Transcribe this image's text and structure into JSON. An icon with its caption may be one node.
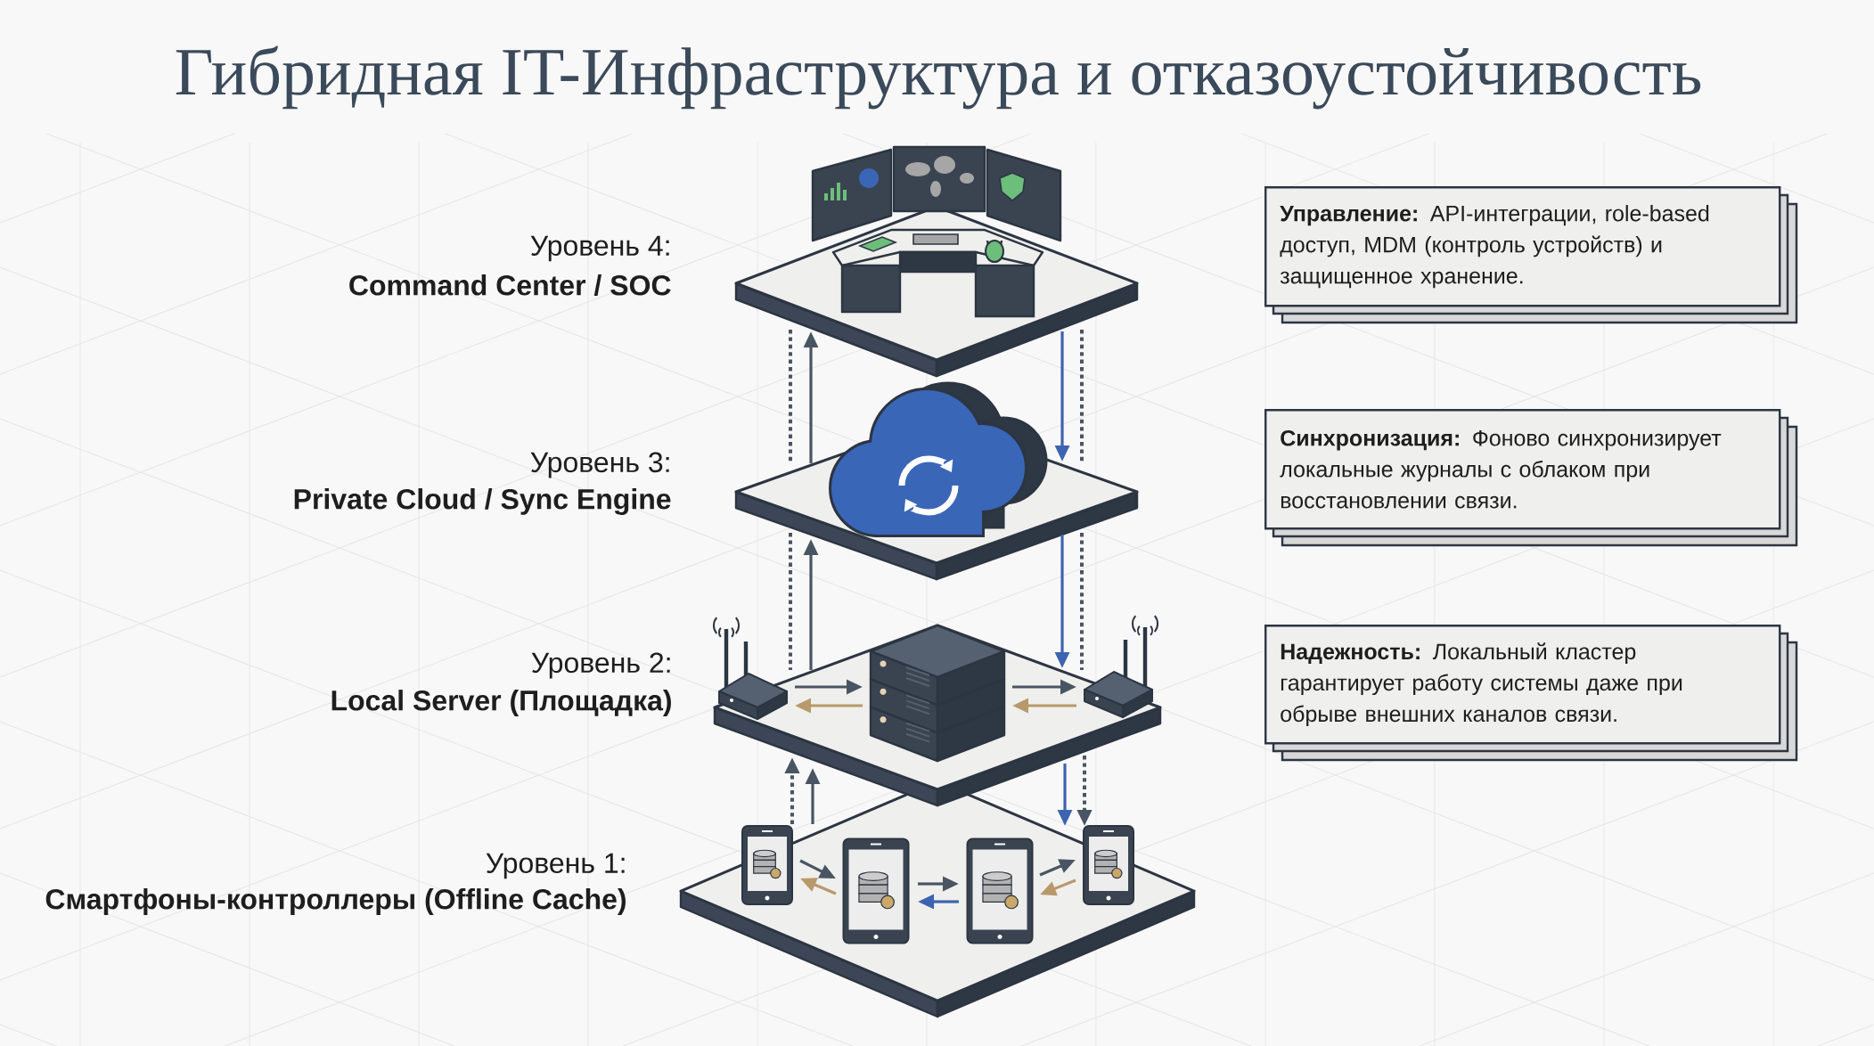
{
  "diagram": {
    "title": "Гибридная IT-Инфраструктура и отказоустойчивость",
    "nodes": [
      {
        "text": [
          "Уровень 4:",
          "Command Center / SOC"
        ]
      },
      {
        "text": [
          "Уровень 3:",
          "Private Cloud / Sync Engine"
        ]
      },
      {
        "text": [
          "Уровень 2:",
          "Local Server (Площадка)"
        ]
      },
      {
        "text": [
          "Уровень 1:",
          "Смартфоны-контроллеры (Offline Cache)"
        ]
      },
      {
        "text": [],
        "shape": "router",
        "in": 2
      },
      {
        "text": [],
        "shape": "server",
        "in": 2
      },
      {
        "text": [],
        "shape": "router",
        "in": 2
      },
      {
        "text": [],
        "shape": "phone",
        "in": 3
      },
      {
        "text": [],
        "shape": "phone",
        "in": 3
      },
      {
        "text": [],
        "shape": "phone",
        "in": 3
      },
      {
        "text": [],
        "shape": "phone",
        "in": 3
      },
      {
        "text": [
          "**Управление:** API-интеграции, role-based доступ, MDM (контроль устройств) и защищенное хранение."
        ]
      },
      {
        "text": [
          "**Синхронизация:** Фоново синхронизирует локальные журналы с облаком при восстановлении связи."
        ]
      },
      {
        "text": [
          "**Надежность:** Локальный кластер гарантирует работу системы даже при обрыве внешних каналов связи."
        ]
      }
    ],
    "edges": [
      {
        "from": 1,
        "to": 0,
        "arrow": "to"
      },
      {
        "from": 0,
        "to": 1,
        "arrow": "to",
        "color": "#3d64b0"
      },
      {
        "from": 0,
        "to": 1,
        "arrow": "none",
        "style": "dashed"
      },
      {
        "from": 0,
        "to": 1,
        "arrow": "none",
        "style": "dashed"
      },
      {
        "from": 2,
        "to": 1,
        "arrow": "to"
      },
      {
        "from": 1,
        "to": 2,
        "arrow": "to",
        "color": "#3d64b0"
      },
      {
        "from": 1,
        "to": 2,
        "arrow": "none",
        "style": "dashed"
      },
      {
        "from": 1,
        "to": 2,
        "arrow": "none",
        "style": "dashed"
      },
      {
        "from": 7,
        "to": 2,
        "arrow": "to",
        "style": "dashed"
      },
      {
        "from": 7,
        "to": 2,
        "arrow": "to"
      },
      {
        "from": 2,
        "to": 10,
        "arrow": "to",
        "color": "#3d64b0"
      },
      {
        "from": 2,
        "to": 10,
        "arrow": "to",
        "style": "dashed"
      },
      {
        "from": 4,
        "to": 5,
        "arrow": "to"
      },
      {
        "from": 5,
        "to": 4,
        "arrow": "to",
        "color": "#b8996a"
      },
      {
        "from": 5,
        "to": 6,
        "arrow": "to"
      },
      {
        "from": 6,
        "to": 5,
        "arrow": "to",
        "color": "#b8996a"
      },
      {
        "from": 7,
        "to": 8,
        "arrow": "to"
      },
      {
        "from": 8,
        "to": 7,
        "arrow": "to",
        "color": "#b8996a"
      },
      {
        "from": 8,
        "to": 9,
        "arrow": "to"
      },
      {
        "from": 9,
        "to": 8,
        "arrow": "to",
        "color": "#3d64b0"
      },
      {
        "from": 9,
        "to": 10,
        "arrow": "to"
      },
      {
        "from": 10,
        "to": 9,
        "arrow": "to",
        "color": "#b8996a"
      }
    ]
  }
}
